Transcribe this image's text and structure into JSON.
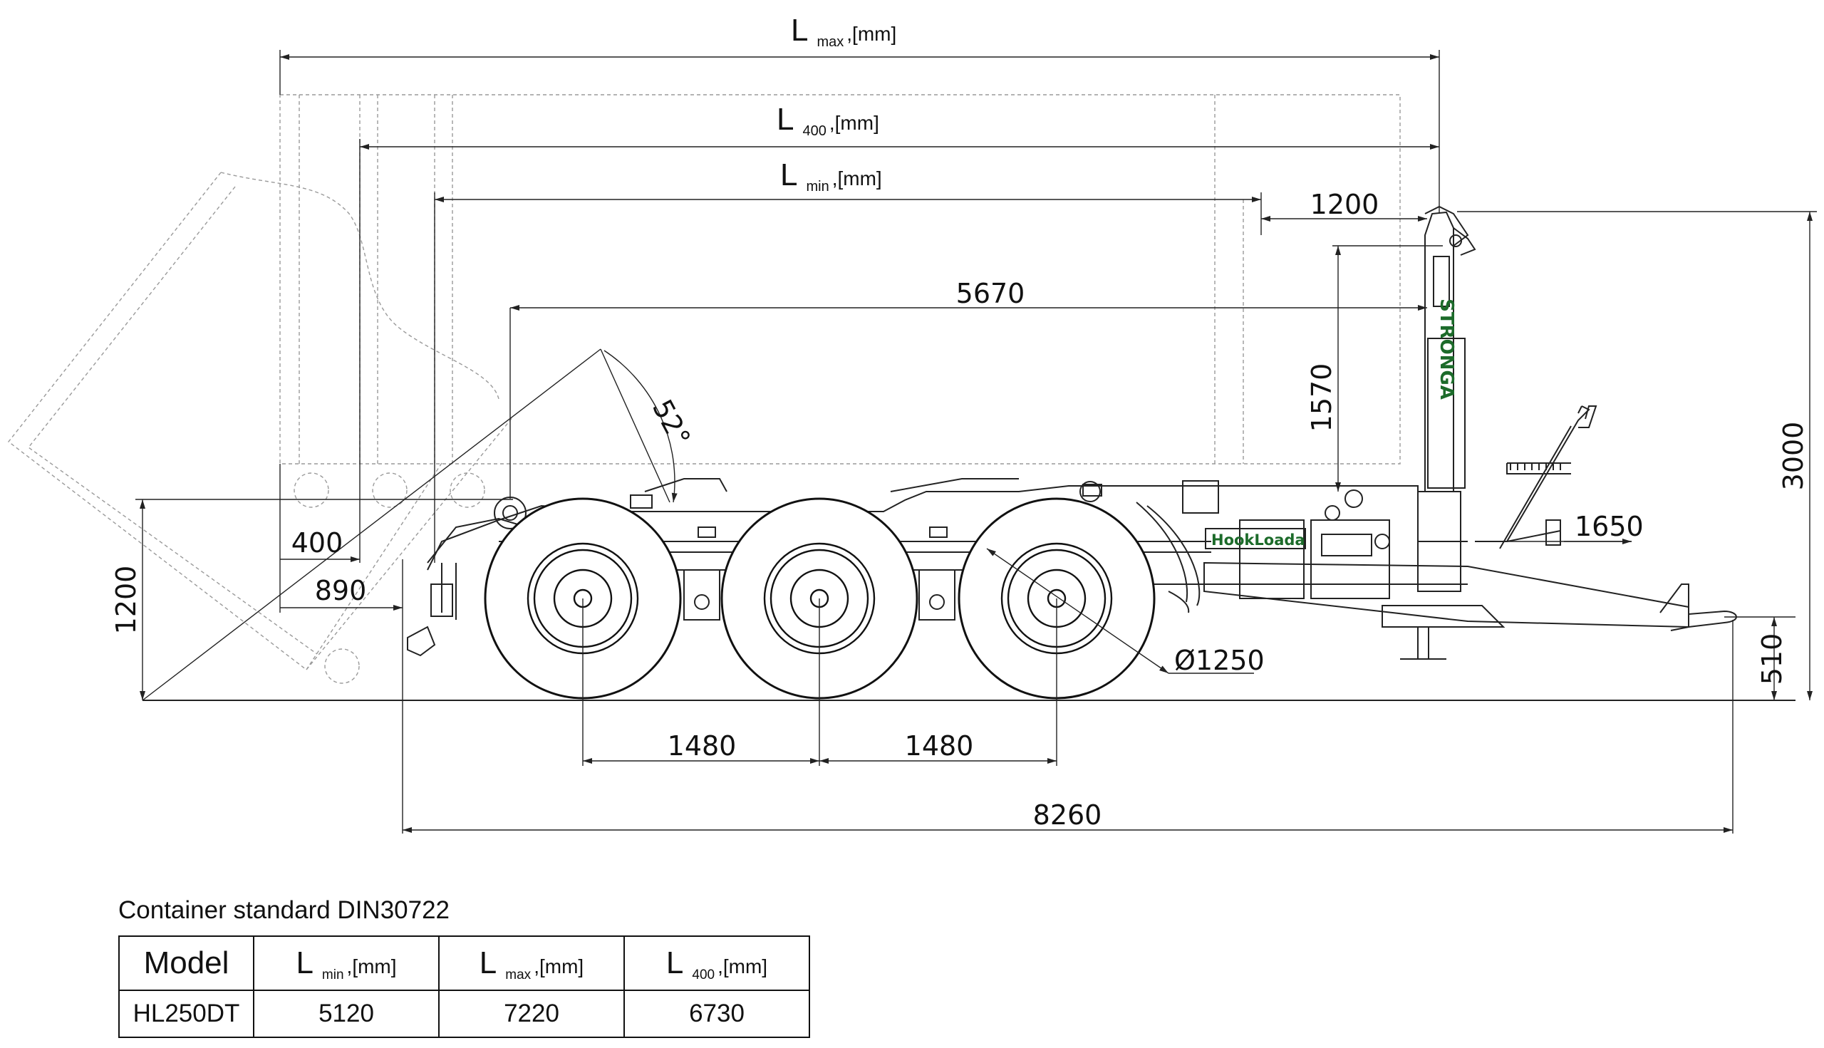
{
  "drawing": {
    "dimensions": {
      "l_max": {
        "symbol": "L",
        "sub": "max",
        "unit": ",[mm]"
      },
      "l_400": {
        "symbol": "L",
        "sub": "400",
        "unit": ",[mm]"
      },
      "l_min": {
        "symbol": "L",
        "sub": "min",
        "unit": ",[mm]"
      },
      "d1200_top": "1200",
      "d5670": "5670",
      "d1570": "1570",
      "d3000": "3000",
      "d1650": "1650",
      "angle": "52°",
      "d400": "400",
      "d890": "890",
      "d1200_side": "1200",
      "d510": "510",
      "wheel_dia": "Ø1250",
      "axle1": "1480",
      "axle2": "1480",
      "overall": "8260"
    },
    "labels": {
      "brand": "STRONGA",
      "plate": "HookLoada"
    }
  },
  "table": {
    "caption": "Container standard DIN30722",
    "headers": {
      "model": "Model",
      "min": {
        "symbol": "L",
        "sub": "min",
        "unit": ",[mm]"
      },
      "max": {
        "symbol": "L",
        "sub": "max",
        "unit": ",[mm]"
      },
      "l400": {
        "symbol": "L",
        "sub": "400",
        "unit": ",[mm]"
      }
    },
    "rows": [
      {
        "model": "HL250DT",
        "min": "5120",
        "max": "7220",
        "l400": "6730"
      }
    ]
  }
}
